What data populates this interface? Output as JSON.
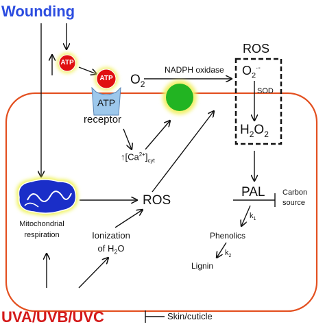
{
  "colors": {
    "cell_border": "#e35020",
    "wounding": "#2b4ce0",
    "uv": "#d41a1a",
    "atp_fill": "#e01010",
    "receptor_fill": "#9dc8ec",
    "green_organelle": "#22b422",
    "glow": "#f2f06a",
    "mitochondria_fill": "#1a2ec8",
    "mitochondria_glow": "#eef252"
  },
  "labels": {
    "wounding": "Wounding",
    "uv": "UVA/UVB/UVC",
    "skin": "Skin/cuticle",
    "atp_small": "ATP",
    "atp_big": "ATP",
    "atp_receptor": "ATP",
    "receptor": "receptor",
    "nadph": "NADPH oxidase",
    "o2": "O",
    "o2_sub": "2",
    "ros_top": "ROS",
    "superoxide": "O",
    "superoxide_sub": "2",
    "superoxide_sup": "·-",
    "sod": "SOD",
    "h2o2_h": "H",
    "h2o2_sub1": "2",
    "h2o2_o": "O",
    "h2o2_sub2": "2",
    "ca_open": "[Ca",
    "ca_sup": "2+",
    "ca_close": "]",
    "ca_sub": "cyt",
    "ros_mid": "ROS",
    "mito": "Mitochondrial",
    "mito2": "respiration",
    "ionization": "Ionization",
    "ionization2_pre": "of H",
    "ionization2_sub": "2",
    "ionization2_post": "O",
    "pal": "PAL",
    "carbon": "Carbon",
    "carbon2": "source",
    "k1": "k",
    "k1_sub": "1",
    "phenolics": "Phenolics",
    "k2": "k",
    "k2_sub": "2",
    "lignin": "Lignin"
  }
}
